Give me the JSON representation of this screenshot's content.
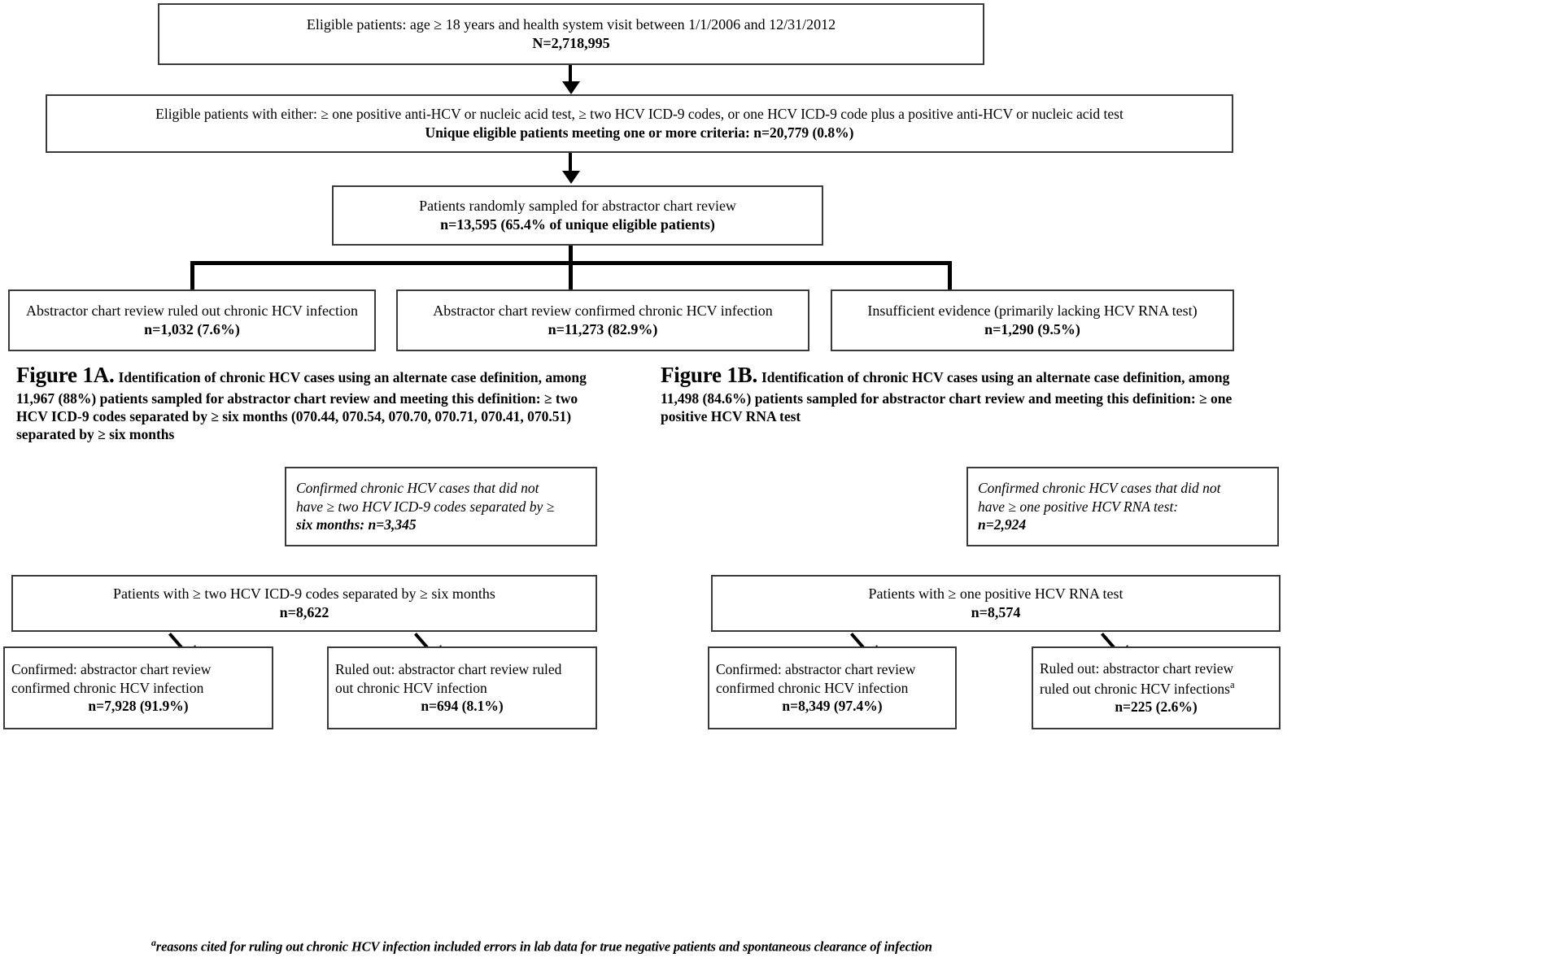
{
  "top_flow": {
    "box1": {
      "line1": "Eligible patients:  age ≥ 18 years and health system visit between 1/1/2006 and 12/31/2012",
      "line2": "N=2,718,995"
    },
    "box2": {
      "line1": "Eligible patients with either: ≥ one positive anti-HCV or nucleic acid test, ≥ two HCV ICD-9 codes, or one HCV ICD-9 code plus a positive anti-HCV or nucleic acid test",
      "line2": "Unique eligible patients meeting one or more criteria:  n=20,779 (0.8%)"
    },
    "box3": {
      "line1": "Patients randomly sampled for abstractor chart review",
      "line2": "n=13,595 (65.4% of unique eligible patients)"
    },
    "branch_left": {
      "line1": "Abstractor chart review ruled out chronic HCV infection",
      "line2": "n=1,032 (7.6%)"
    },
    "branch_middle": {
      "line1": "Abstractor chart review confirmed chronic HCV infection",
      "line2": "n=11,273 (82.9%)"
    },
    "branch_right": {
      "line1": "Insufficient evidence (primarily lacking HCV RNA test)",
      "line2": "n=1,290 (9.5%)"
    }
  },
  "figure_a": {
    "label": "Figure 1A.",
    "caption_line1": "Identification of chronic HCV cases using an alternate case definition, among",
    "caption_line2": "11,967 (88%) patients sampled for abstractor chart review and meeting this definition: ≥ two",
    "caption_line3": "HCV ICD-9 codes separated by ≥ six months (070.44, 070.54, 070.70, 070.71, 070.41, 070.51)",
    "caption_line4": "separated by ≥ six months",
    "callout": {
      "line1": "Confirmed chronic HCV cases that did not",
      "line2": "have ≥ two HCV ICD-9 codes separated by ≥",
      "line3": "six months:  n=3,345"
    },
    "parent": {
      "line1": "Patients with ≥ two HCV ICD-9 codes separated by ≥ six months",
      "line2": "n=8,622"
    },
    "child_left": {
      "line1": "Confirmed: abstractor chart review",
      "line2": "confirmed chronic HCV infection",
      "line3": "n=7,928 (91.9%)"
    },
    "child_right": {
      "line1": "Ruled out: abstractor chart review ruled",
      "line2": "out chronic HCV infection",
      "line3": "n=694 (8.1%)"
    }
  },
  "figure_b": {
    "label": "Figure 1B.",
    "caption_line1": "Identification of chronic HCV cases using an alternate case definition, among",
    "caption_line2": "11,498 (84.6%) patients sampled for abstractor chart review and meeting this definition: ≥ one",
    "caption_line3": "positive HCV RNA test",
    "callout": {
      "line1": "Confirmed chronic HCV cases that did not",
      "line2": "have ≥ one positive HCV RNA test:",
      "line3": "n=2,924"
    },
    "parent": {
      "line1": "Patients with ≥ one positive HCV RNA test",
      "line2": "n=8,574"
    },
    "child_left": {
      "line1": "Confirmed: abstractor chart review",
      "line2": "confirmed chronic HCV infection",
      "line3": "n=8,349 (97.4%)"
    },
    "child_right": {
      "line1": "Ruled out: abstractor chart review",
      "line2_pre": "ruled out chronic HCV infections",
      "line2_sup": "a",
      "line3": "n=225 (2.6%)"
    }
  },
  "footnote": {
    "marker": "a",
    "text": "reasons cited for ruling out chronic HCV infection included errors in lab data for true negative patients and spontaneous clearance of infection"
  }
}
